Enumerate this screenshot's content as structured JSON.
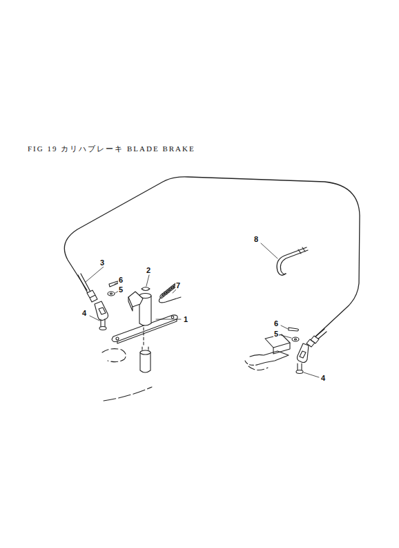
{
  "diagram": {
    "title": "FIG 19 カリハブレーキ BLADE BRAKE",
    "labels": [
      "8",
      "3",
      "2",
      "7",
      "6",
      "5",
      "4",
      "1",
      "6",
      "5",
      "4"
    ]
  }
}
